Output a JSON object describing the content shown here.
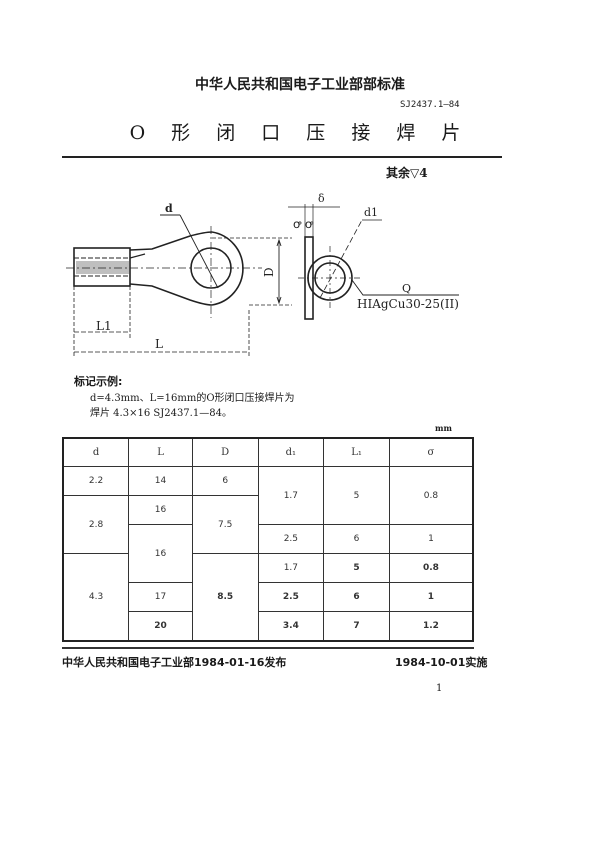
{
  "header": {
    "organization_standard": "中华人民共和国电子工业部部标准",
    "standard_code": "SJ2437.1—84",
    "title": "O 形 闭 口 压 接 焊 片",
    "surface_finish": "其余▽4"
  },
  "drawing": {
    "labels": {
      "d": "d",
      "D": "D",
      "L1": "L1",
      "L": "L",
      "delta": "δ",
      "d1": "d1",
      "Q": "Q",
      "solder_spec": "HIAgCu30-25(II)"
    }
  },
  "marking_example": {
    "label": "标记示例:",
    "line1": "d=4.3mm、L=16mm的O形闭口压接焊片为",
    "line2": "焊片  4.3×16  SJ2437.1—84。"
  },
  "table": {
    "unit": "mm",
    "headers": [
      "d",
      "L",
      "D",
      "d₁",
      "L₁",
      "σ"
    ],
    "rows": [
      {
        "d": "2.2",
        "L": "14",
        "D": "6",
        "d1": "1.7",
        "L1": "5",
        "s": "0.8"
      },
      {
        "d": "2.8",
        "L": "16",
        "D": "7.5",
        "d1": "",
        "L1": "",
        "s": ""
      },
      {
        "d": "",
        "L": "16",
        "D": "",
        "d1": "2.5",
        "L1": "6",
        "s": "1"
      },
      {
        "d": "4.3",
        "L": "",
        "D": "8.5",
        "d1": "1.7",
        "L1": "5",
        "s": "0.8"
      },
      {
        "d": "",
        "L": "17",
        "D": "",
        "d1": "2.5",
        "L1": "6",
        "s": "1"
      },
      {
        "d": "",
        "L": "20",
        "D": "",
        "d1": "3.4",
        "L1": "7",
        "s": "1.2"
      }
    ]
  },
  "footer": {
    "issued": "中华人民共和国电子工业部1984-01-16发布",
    "effective": "1984-10-01实施",
    "page_number": "1"
  }
}
